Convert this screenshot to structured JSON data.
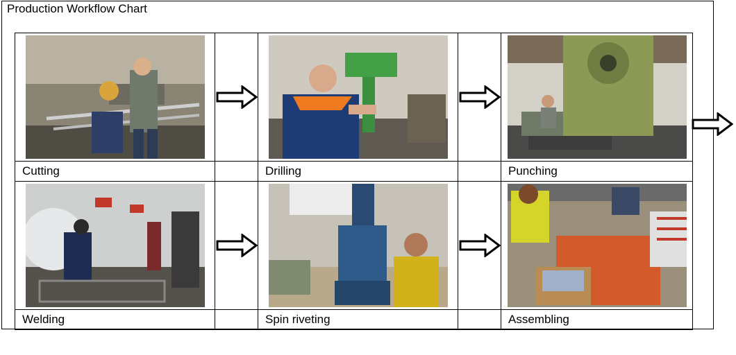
{
  "title": "Production Workflow Chart",
  "steps": [
    {
      "label": "Cutting",
      "photo": "cutting-photo"
    },
    {
      "label": "Drilling",
      "photo": "drilling-photo"
    },
    {
      "label": "Punching",
      "photo": "punching-photo"
    },
    {
      "label": "Welding",
      "photo": "welding-photo"
    },
    {
      "label": "Spin riveting",
      "photo": "spin-riveting-photo"
    },
    {
      "label": "Assembling",
      "photo": "assembling-photo"
    }
  ],
  "icons": {
    "flow_arrow": "right-arrow-outline-icon"
  },
  "colors": {
    "border": "#000000",
    "background": "#ffffff"
  }
}
